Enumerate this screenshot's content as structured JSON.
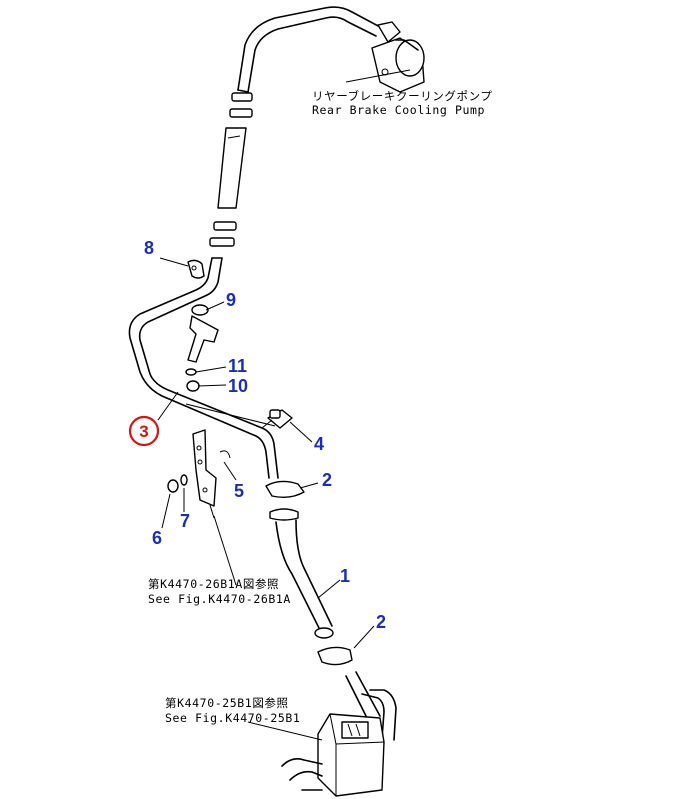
{
  "labels": {
    "pump_jp": "リヤーブレーキクーリングポンプ",
    "pump_en": "Rear Brake Cooling Pump",
    "ref1_jp": "第K4470-26B1A図参照",
    "ref1_en": "See Fig.K4470-26B1A",
    "ref2_jp": "第K4470-25B1図参照",
    "ref2_en": "See Fig.K4470-25B1"
  },
  "callouts": {
    "c1": "1",
    "c2a": "2",
    "c2b": "2",
    "c3": "3",
    "c4": "4",
    "c5": "5",
    "c6": "6",
    "c7": "7",
    "c8": "8",
    "c9": "9",
    "c10": "10",
    "c11": "11"
  },
  "colors": {
    "callout_blue": "#1a2fb8",
    "highlight_red": "#dd1111"
  }
}
